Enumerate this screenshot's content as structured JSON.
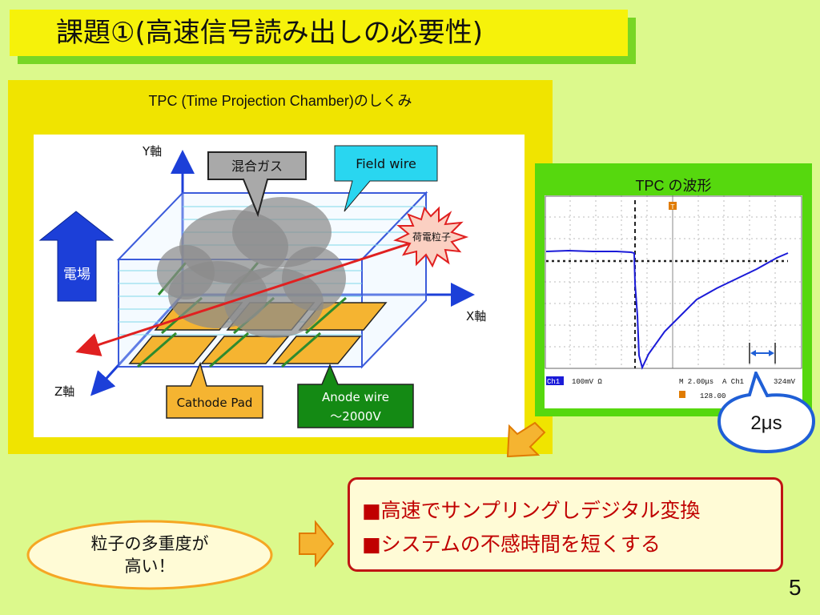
{
  "slide": {
    "title": "課題①(高速信号読み出しの必要性)",
    "page_number": "5"
  },
  "tpc_panel": {
    "caption": "TPC (Time Projection Chamber)のしくみ",
    "labels": {
      "y_axis": "Y軸",
      "x_axis": "X軸",
      "z_axis": "Z軸",
      "gas": "混合ガス",
      "field_wire": "Field wire",
      "charged_particle": "荷電粒子",
      "electric_field": "電場",
      "cathode_pad": "Cathode Pad",
      "anode_wire_1": "Anode wire",
      "anode_wire_2": "～2000V"
    },
    "colors": {
      "panel": "#f0e400",
      "box_edge": "#3b5bdb",
      "pads": "#f5b431",
      "wires": "#2e8b2e",
      "track": "#e02020",
      "arrow": "#1c3fd8"
    }
  },
  "waveform_panel": {
    "title": "TPC の波形",
    "scope": {
      "channel": "Ch1",
      "scale": "100mV Ω",
      "timebase": "M 2.00μs",
      "trigger_src": "A  Ch1",
      "trigger_level": "324mV",
      "position": "128.00",
      "trigger_marker": "T"
    },
    "callout": "2μs"
  },
  "bottom": {
    "ellipse_line1": "粒子の多重度が",
    "ellipse_line2": "高い！",
    "bullets": [
      "■高速でサンプリングしデジタル変換",
      "■システムの不感時間を短くする"
    ]
  }
}
